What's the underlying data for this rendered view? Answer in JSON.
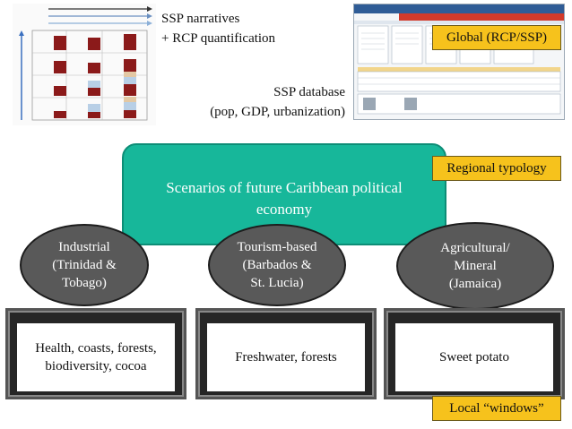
{
  "top": {
    "ssp_label_line1": "SSP narratives",
    "ssp_label_line2": "+ RCP quantification",
    "db_label_line1": "SSP database",
    "db_label_line2": "(pop, GDP, urbanization)",
    "global_tag": "Global (RCP/SSP)"
  },
  "center": {
    "regional_tag": "Regional typology",
    "scenario_line1": "Scenarios of future Caribbean political",
    "scenario_line2": "economy"
  },
  "typologies": [
    {
      "line1": "Industrial",
      "line2": "(Trinidad &",
      "line3": "Tobago)"
    },
    {
      "line1": "Tourism-based",
      "line2": "(Barbados &",
      "line3": "St. Lucia)"
    },
    {
      "line1": "Agricultural/",
      "line2": "Mineral",
      "line3": "(Jamaica)"
    }
  ],
  "windows": [
    {
      "line1": "Health, coasts, forests,",
      "line2": "biodiversity, cocoa"
    },
    {
      "line1": "Freshwater, forests",
      "line2": ""
    },
    {
      "line1": "Sweet potato",
      "line2": ""
    }
  ],
  "local_tag": "Local “windows”"
}
